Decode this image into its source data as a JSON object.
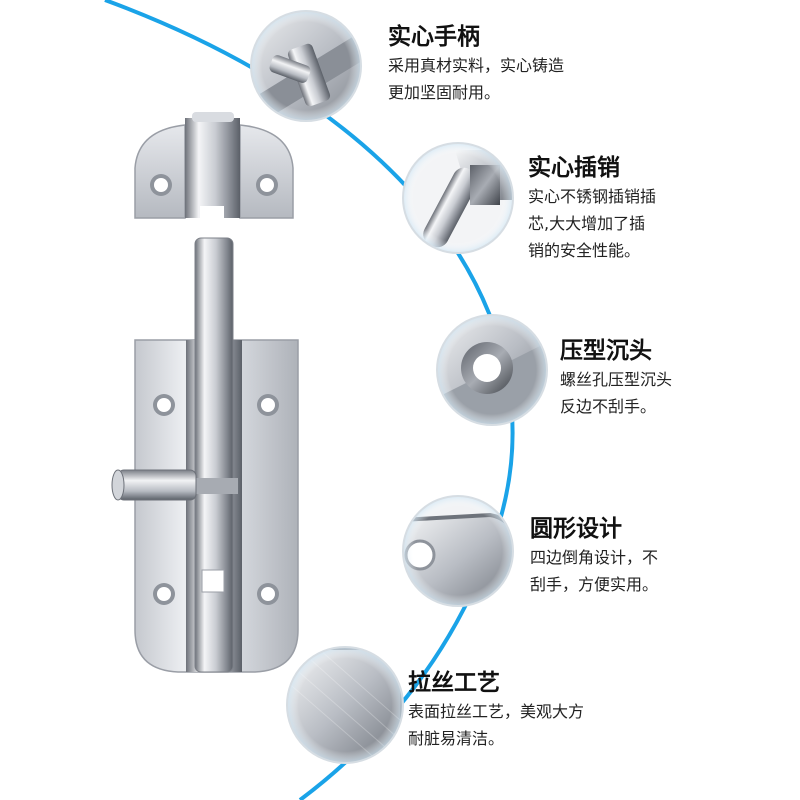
{
  "colors": {
    "background": "#ffffff",
    "arc": "#1aa3e8",
    "steel_light": "#f2f3f5",
    "steel_mid": "#b8bcc3",
    "steel_dark": "#5b6068",
    "text": "#111111"
  },
  "features": [
    {
      "title": "实心手柄",
      "desc": "采用真材实料，实心铸造\n更加坚固耐用。",
      "icon": "handle-closeup-icon"
    },
    {
      "title": "实心插销",
      "desc": "实心不锈钢插销插\n芯,大大增加了插\n销的安全性能。",
      "icon": "pin-closeup-icon"
    },
    {
      "title": "压型沉头",
      "desc": "螺丝孔压型沉头\n反边不刮手。",
      "icon": "countersink-closeup-icon"
    },
    {
      "title": "圆形设计",
      "desc": "四边倒角设计，不\n刮手，方便实用。",
      "icon": "rounded-corner-closeup-icon"
    },
    {
      "title": "拉丝工艺",
      "desc": "表面拉丝工艺，美观大方\n耐脏易清洁。",
      "icon": "brushed-surface-closeup-icon"
    }
  ]
}
